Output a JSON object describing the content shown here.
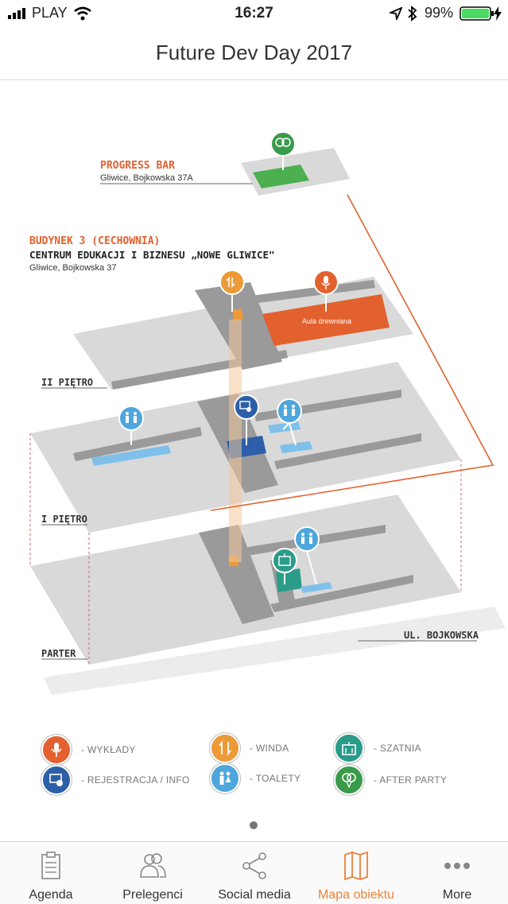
{
  "status_bar": {
    "carrier": "PLAY",
    "time": "16:27",
    "battery": "99%"
  },
  "header": {
    "title": "Future Dev Day 2017"
  },
  "map": {
    "progress_bar": {
      "title": "PROGRESS BAR",
      "address": "Gliwice, Bojkowska 37A"
    },
    "building": {
      "title": "BUDYNEK 3 (CECHOWNIA)",
      "subtitle": "CENTRUM EDUKACJI I BIZNESU „NOWE GLIWICE\"",
      "address": "Gliwice, Bojkowska 37"
    },
    "hall_label": "Aula drewniana",
    "floors": {
      "second": "II PIĘTRO",
      "first": "I PIĘTRO",
      "ground": "PARTER"
    },
    "street": "UL. BOJKOWSKA"
  },
  "legend": [
    {
      "label": "- WYKŁADY",
      "icon": "microphone-icon",
      "color": "#e2612f"
    },
    {
      "label": "- WINDA",
      "icon": "elevator-icon",
      "color": "#ec9a37"
    },
    {
      "label": "- SZATNIA",
      "icon": "cloakroom-icon",
      "color": "#2b9b8a"
    },
    {
      "label": "- REJESTRACJA / INFO",
      "icon": "registration-icon",
      "color": "#2c5fa8"
    },
    {
      "label": "- TOALETY",
      "icon": "toilets-icon",
      "color": "#4ea6dc"
    },
    {
      "label": "- AFTER PARTY",
      "icon": "balloons-icon",
      "color": "#3a9b4a"
    }
  ],
  "tabs": [
    {
      "label": "Agenda",
      "icon": "clipboard-icon",
      "active": false
    },
    {
      "label": "Prelegenci",
      "icon": "people-icon",
      "active": false
    },
    {
      "label": "Social media",
      "icon": "share-icon",
      "active": false
    },
    {
      "label": "Mapa obiektu",
      "icon": "map-icon",
      "active": true
    },
    {
      "label": "More",
      "icon": "more-icon",
      "active": false
    }
  ],
  "colors": {
    "accent": "#e8833a",
    "orange_line": "#e2612f",
    "floor": "#d9d9d9",
    "corridor": "#9a9a9a"
  }
}
